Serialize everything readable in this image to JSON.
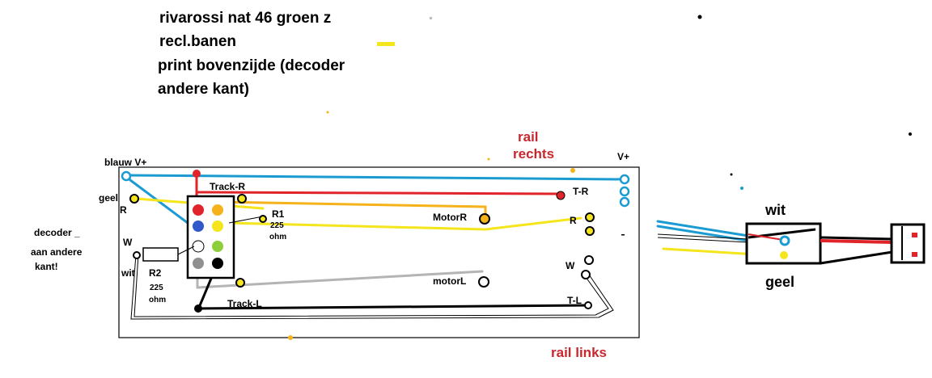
{
  "title": {
    "line1": "rivarossi   nat 46 groen z",
    "line2": "recl.banen",
    "line3": "print bovenzijde (decoder",
    "line4": "andere kant)"
  },
  "labels": {
    "rail_rechts_1": "rail",
    "rail_rechts_2": "rechts",
    "rail_links": "rail links",
    "blauw_v": "blauw  V+",
    "v_plus_right": "V+",
    "geel": "geel",
    "r_left": "R",
    "w_left": "W",
    "wit_left": "wit",
    "decoder_1": "decoder _",
    "decoder_2": "aan  andere",
    "decoder_3": "kant!",
    "r1": "R1",
    "r1_value": "225",
    "r1_unit": "ohm",
    "r2": "R2",
    "r2_value": "225",
    "r2_unit": "ohm",
    "track_r": "Track-R",
    "track_l": "Track-L",
    "t_r": "T-R",
    "t_l": "T-L",
    "motor_r": "MotorR",
    "motor_l": "motorL",
    "r_right": "R",
    "w_right": "W",
    "plug_wit": "wit",
    "plug_geel": "geel"
  },
  "colors": {
    "blue": "#1b9bd1",
    "red": "#e0242a",
    "yellow": "#f5e51c",
    "orange": "#f5b21b",
    "gray": "#b4b4b4",
    "green": "#8dce3a",
    "dark_blue": "#2f58c9",
    "black": "#000000",
    "label_red": "#c8272e"
  }
}
